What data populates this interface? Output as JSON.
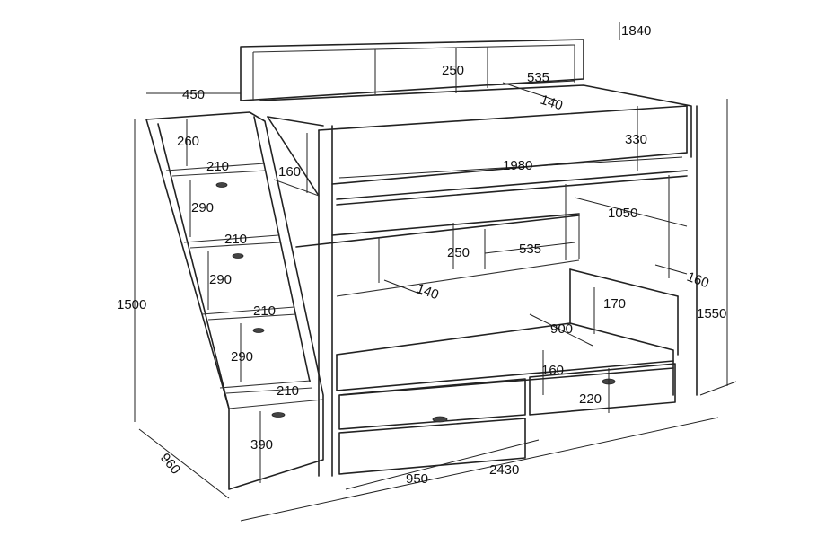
{
  "dimensions": {
    "overall_height": "1840",
    "shelf_height_top": "250",
    "shelf_width_top": "535",
    "shelf_depth_top": "140",
    "stair_top_width": "450",
    "step_1_height": "260",
    "step_1_depth": "210",
    "rail_height": "160",
    "guard_height": "330",
    "bed_length": "1980",
    "step_2_height": "290",
    "step_2_depth": "210",
    "side_opening": "1050",
    "shelf_height_mid": "250",
    "shelf_width_mid": "535",
    "stair_total_height": "1500",
    "step_3_height": "290",
    "shelf_depth_mid": "140",
    "side_panel_depth": "160",
    "lower_guard_height": "170",
    "total_height": "1550",
    "step_4_depth": "210",
    "bed_width": "900",
    "step_4_height": "290",
    "drawer_front_height": "160",
    "step_5_depth": "210",
    "drawer_height": "220",
    "bottom_drawer_height": "390",
    "depth": "960",
    "drawer_width": "950",
    "total_length": "2430"
  }
}
